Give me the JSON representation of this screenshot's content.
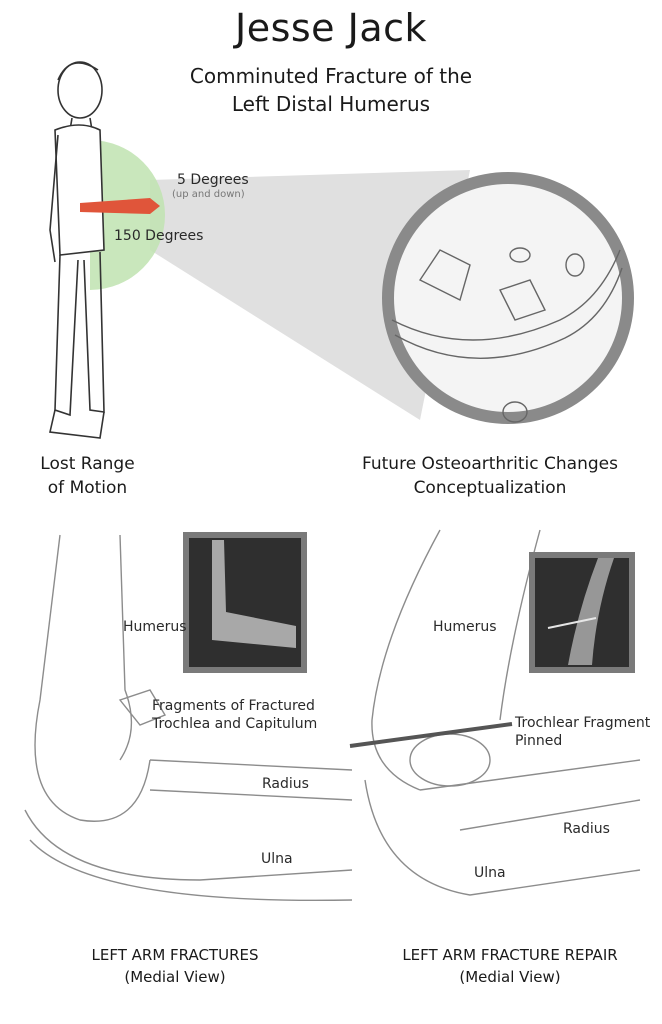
{
  "header": {
    "title": "Jesse Jack",
    "subtitle_line1": "Comminuted Fracture of the",
    "subtitle_line2": "Left Distal Humerus"
  },
  "range_of_motion": {
    "extension_label": "5 Degrees",
    "extension_note": "(up and down)",
    "flexion_label": "150 Degrees",
    "caption_line1": "Lost Range",
    "caption_line2": "of Motion"
  },
  "osteoarthritis": {
    "caption_line1": "Future Osteoarthritic Changes",
    "caption_line2": "Conceptualization"
  },
  "fracture_panel": {
    "humerus_label": "Humerus",
    "fragments_label_line1": "Fragments of Fractured",
    "fragments_label_line2": "Trochlea and Capitulum",
    "radius_label": "Radius",
    "ulna_label": "Ulna",
    "footer_line1": "LEFT ARM FRACTURES",
    "footer_line2": "(Medial View)"
  },
  "repair_panel": {
    "humerus_label": "Humerus",
    "pin_label_line1": "Trochlear Fragment",
    "pin_label_line2": "Pinned",
    "radius_label": "Radius",
    "ulna_label": "Ulna",
    "footer_line1": "LEFT ARM FRACTURE REPAIR",
    "footer_line2": "(Medial View)"
  },
  "colors": {
    "motion_arc": "#bfe3b0",
    "forearm_highlight": "#e0553a",
    "magnifier_ring": "#8a8a8a",
    "callout_cone": "#e0e0e0",
    "xray_frame": "#7a7a7a"
  }
}
